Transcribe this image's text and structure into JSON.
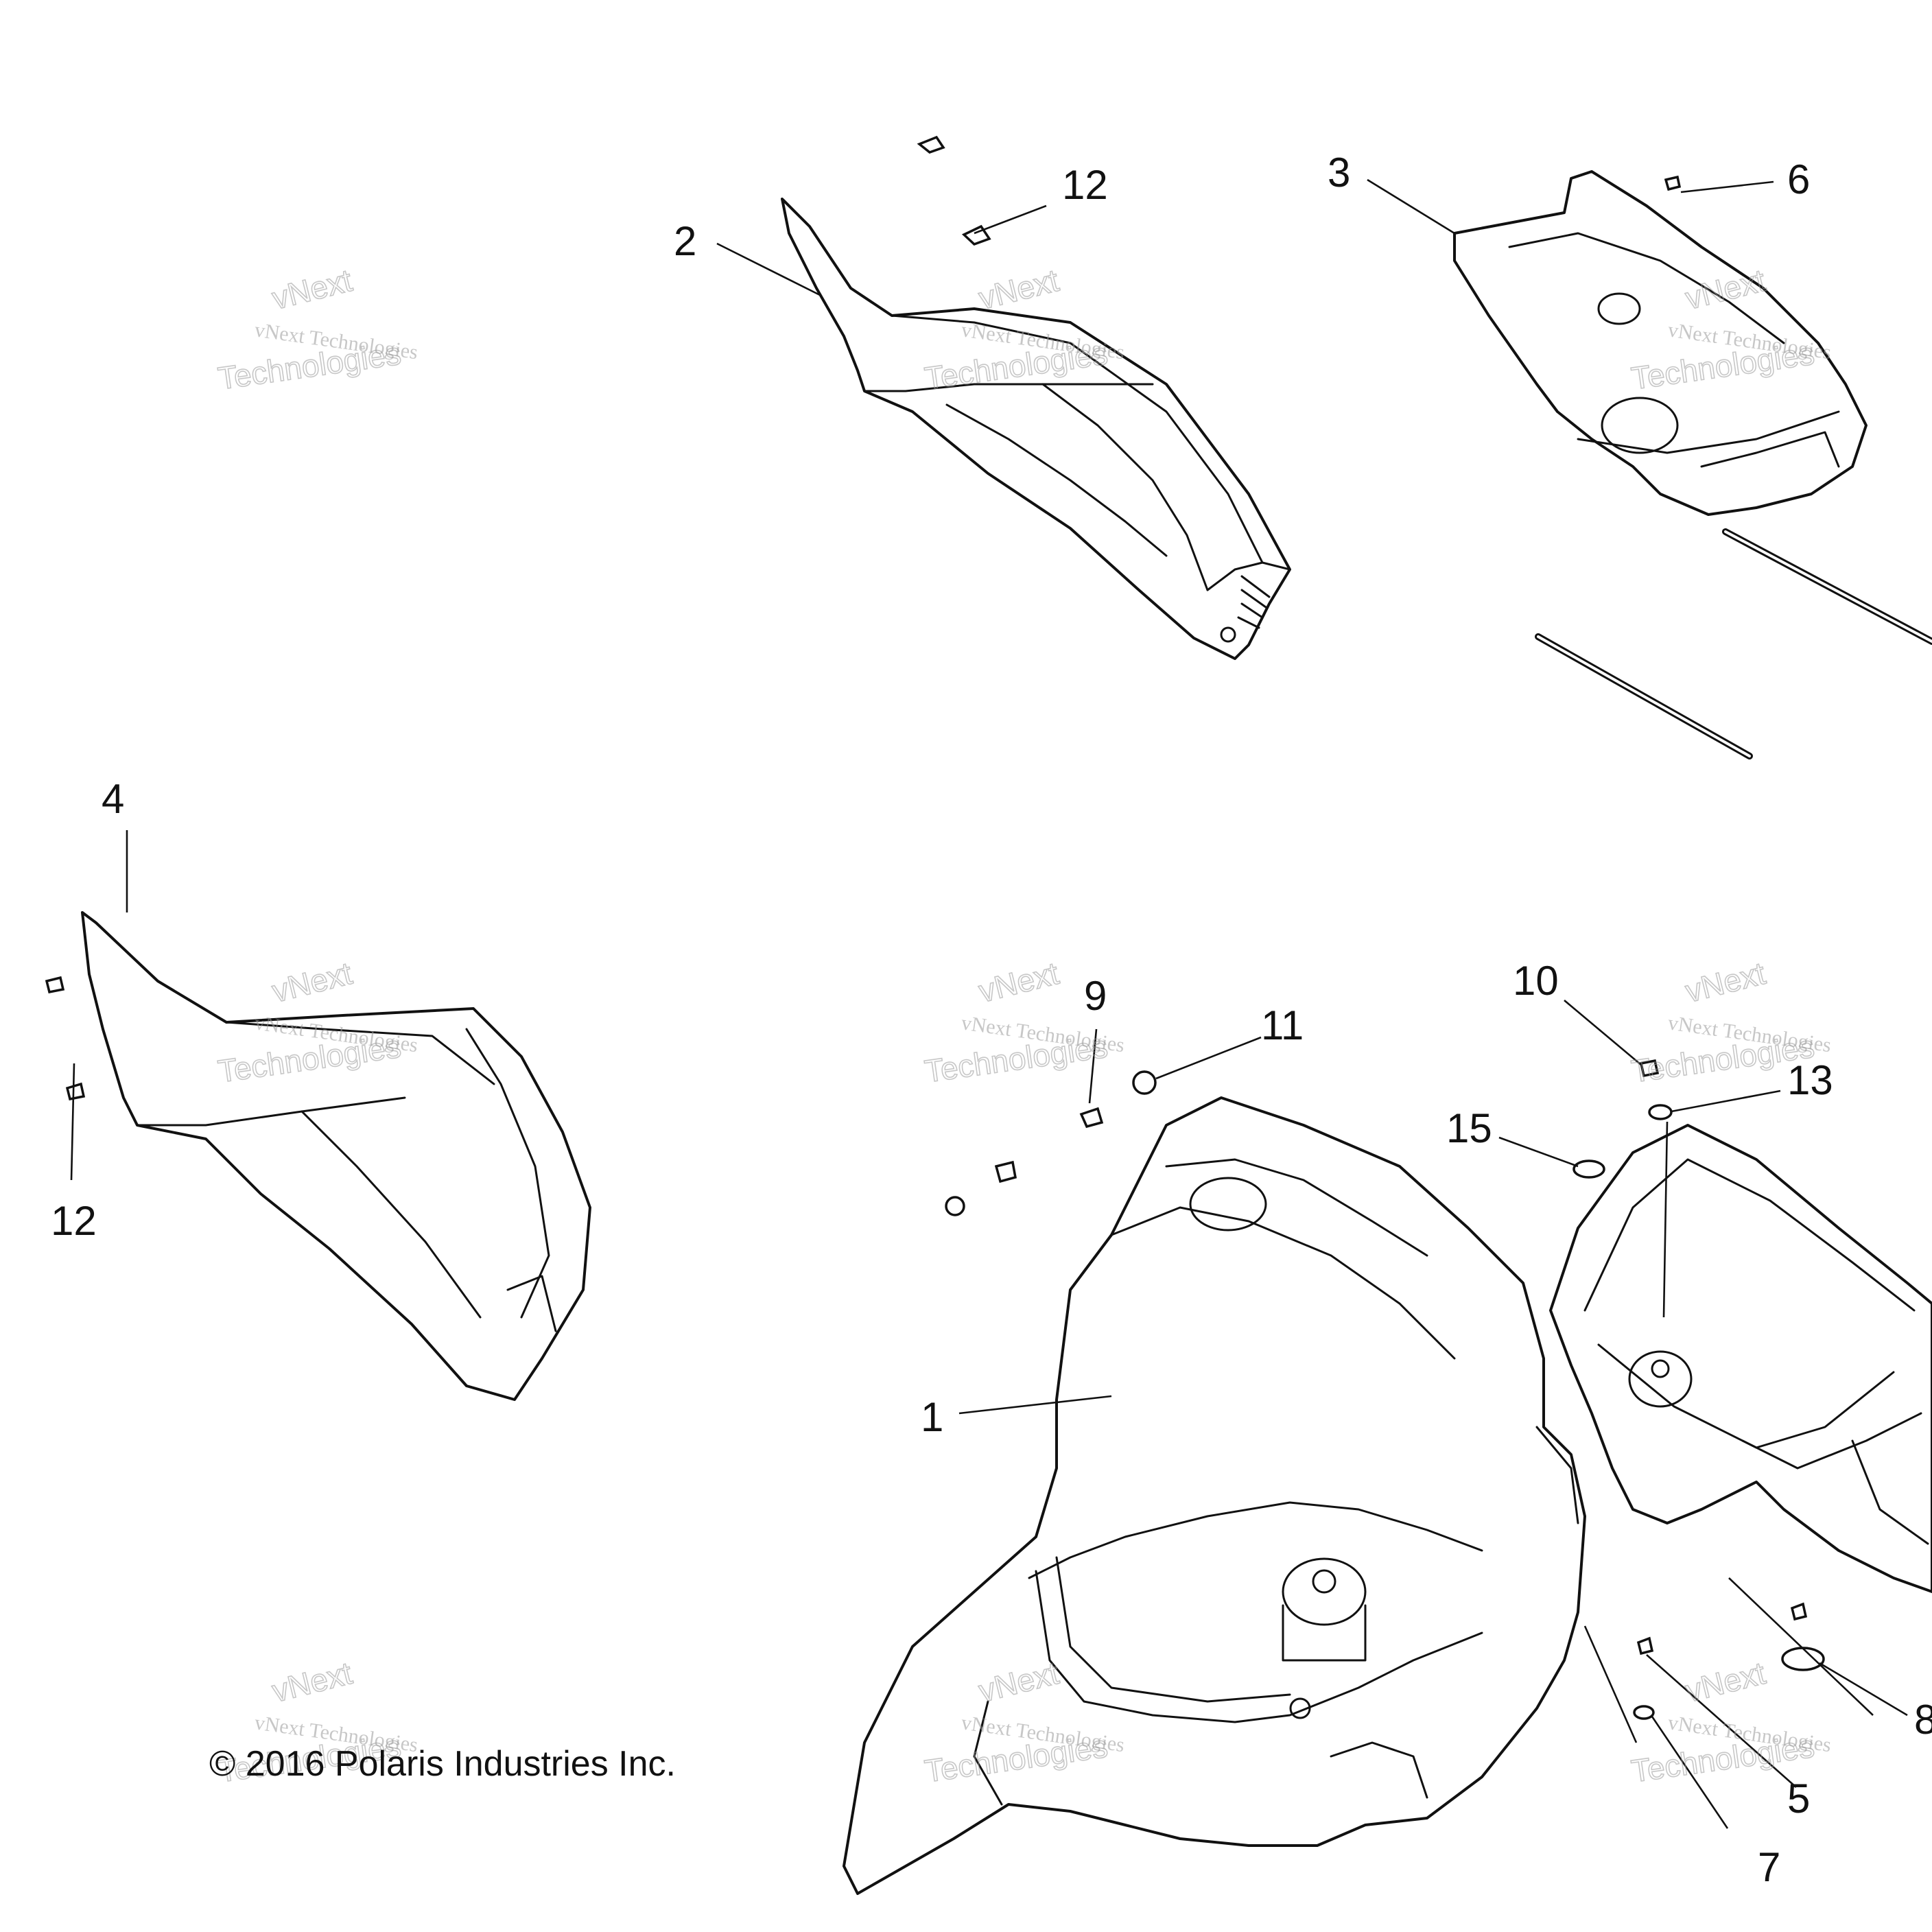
{
  "diagram": {
    "callouts": [
      {
        "id": "c1",
        "label": "1"
      },
      {
        "id": "c2",
        "label": "2"
      },
      {
        "id": "c3",
        "label": "3"
      },
      {
        "id": "c4",
        "label": "4"
      },
      {
        "id": "c5",
        "label": "5"
      },
      {
        "id": "c6",
        "label": "6"
      },
      {
        "id": "c7",
        "label": "7"
      },
      {
        "id": "c8",
        "label": "8"
      },
      {
        "id": "c9",
        "label": "9"
      },
      {
        "id": "c10",
        "label": "10"
      },
      {
        "id": "c11",
        "label": "11"
      },
      {
        "id": "c12a",
        "label": "12"
      },
      {
        "id": "c12b",
        "label": "12"
      },
      {
        "id": "c13",
        "label": "13"
      },
      {
        "id": "c15",
        "label": "15"
      }
    ],
    "copyright": "© 2016 Polaris Industries Inc.",
    "watermark": {
      "line1": "vNext Technologies",
      "line2": "vNext",
      "line3": "Technologies"
    }
  }
}
